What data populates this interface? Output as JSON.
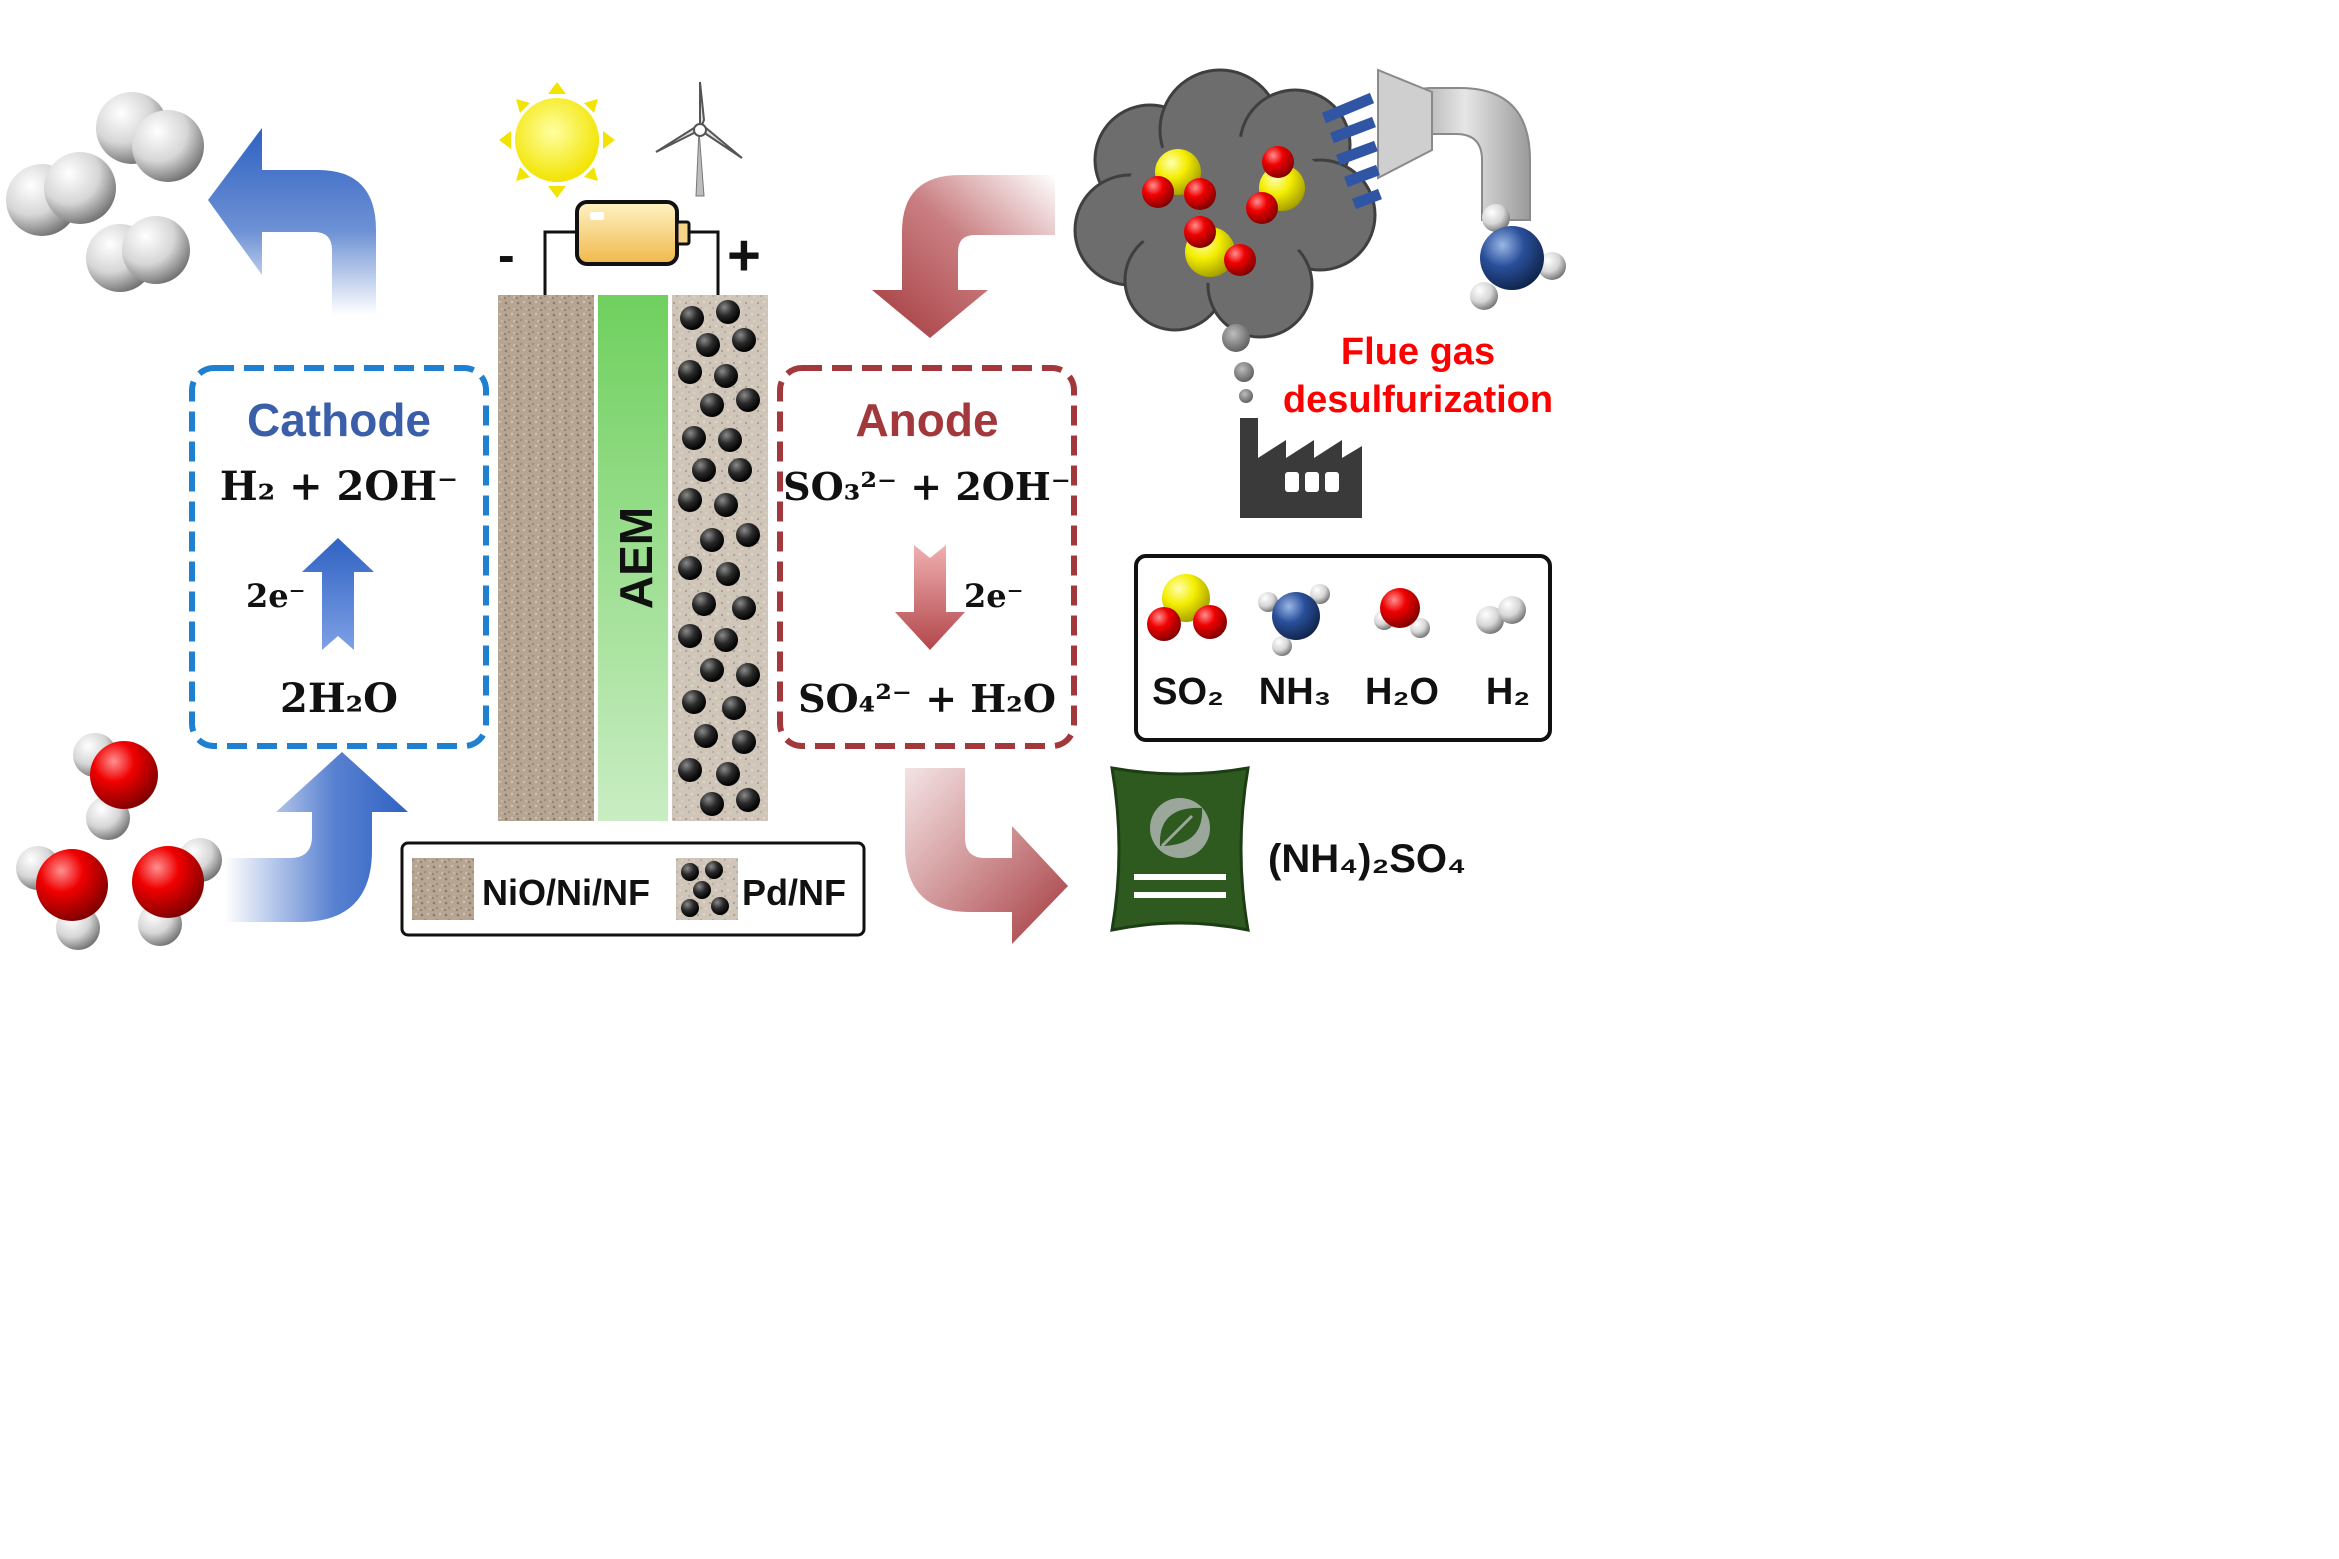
{
  "cathode": {
    "title": "Cathode",
    "product": "H₂ + 2OH⁻",
    "electrons": "2e⁻",
    "reactant": "2H₂O"
  },
  "anode": {
    "title": "Anode",
    "reactant": "SO₃²⁻ + 2OH⁻",
    "electrons": "2e⁻",
    "product": "SO₄²⁻ + H₂O"
  },
  "cell": {
    "membrane": "AEM",
    "negative_terminal": "-",
    "positive_terminal": "+"
  },
  "electrode_legend": {
    "items": [
      "NiO/Ni/NF",
      "Pd/NF"
    ]
  },
  "flue_gas": {
    "label_line1": "Flue gas",
    "label_line2": "desulfurization"
  },
  "molecule_legend": {
    "items": [
      "SO₂",
      "NH₃",
      "H₂O",
      "H₂"
    ]
  },
  "fertilizer": {
    "label": "(NH₄)₂SO₄"
  },
  "colors": {
    "cathode_blue": "#1f7fd1",
    "cathode_text": "#3a5ea8",
    "anode_red": "#a3383c",
    "flue_red": "#ff0000",
    "membrane_green": "#76d36b",
    "fertilizer_bag": "#2e5a20"
  },
  "icons": [
    "sun-icon",
    "wind-turbine-icon",
    "battery-icon",
    "factory-icon",
    "leaf-icon",
    "pipe-icon"
  ]
}
